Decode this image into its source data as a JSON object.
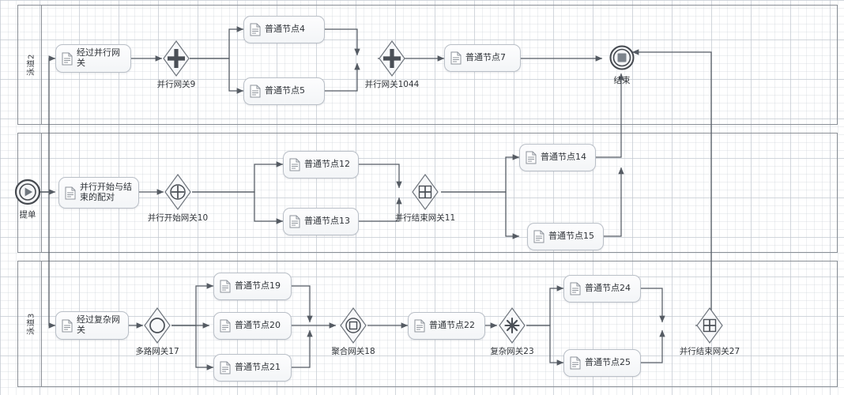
{
  "diagram": {
    "type": "bpmn-swimlane-flowchart",
    "background": "#ffffff",
    "grid_color": "#c8cdd4",
    "lane_border_color": "#8a8f96",
    "node_fill": "#f5f7f9",
    "node_border": "#b9bfc7",
    "connector_color": "#555b63",
    "text_color": "#2f3338"
  },
  "lanes": [
    {
      "id": "lane2",
      "label": "泳道2"
    },
    {
      "id": "lane1",
      "label": ""
    },
    {
      "id": "lane3",
      "label": "泳道3"
    }
  ],
  "events": {
    "start": {
      "label": "提单",
      "icon": "play-circle-icon"
    },
    "end": {
      "label": "结束",
      "icon": "end-event-icon"
    }
  },
  "tasks": {
    "t_pass_parallel": {
      "label": "经过并行网关",
      "icon": "document-icon"
    },
    "t_node4": {
      "label": "普通节点4",
      "icon": "document-icon"
    },
    "t_node5": {
      "label": "普通节点5",
      "icon": "document-icon"
    },
    "t_node7": {
      "label": "普通节点7",
      "icon": "document-icon"
    },
    "t_pair": {
      "label": "并行开始与结\n束的配对",
      "icon": "document-icon"
    },
    "t_node12": {
      "label": "普通节点12",
      "icon": "document-icon"
    },
    "t_node13": {
      "label": "普通节点13",
      "icon": "document-icon"
    },
    "t_node14": {
      "label": "普通节点14",
      "icon": "document-icon"
    },
    "t_node15": {
      "label": "普通节点15",
      "icon": "document-icon"
    },
    "t_pass_complex": {
      "label": "经过复杂网关",
      "icon": "document-icon"
    },
    "t_node19": {
      "label": "普通节点19",
      "icon": "document-icon"
    },
    "t_node20": {
      "label": "普通节点20",
      "icon": "document-icon"
    },
    "t_node21": {
      "label": "普通节点21",
      "icon": "document-icon"
    },
    "t_node22": {
      "label": "普通节点22",
      "icon": "document-icon"
    },
    "t_node24": {
      "label": "普通节点24",
      "icon": "document-icon"
    },
    "t_node25": {
      "label": "普通节点25",
      "icon": "document-icon"
    }
  },
  "gateways": {
    "g9": {
      "label": "并行网关9",
      "icon": "parallel-gateway-icon"
    },
    "g1044": {
      "label": "并行网关1044",
      "icon": "parallel-gateway-icon"
    },
    "g10": {
      "label": "并行开始网关10",
      "icon": "parallel-gateway-thin-icon"
    },
    "g11": {
      "label": "并行结束网关11",
      "icon": "parallel-gateway-thin-icon"
    },
    "g17": {
      "label": "多路网关17",
      "icon": "inclusive-gateway-icon"
    },
    "g18": {
      "label": "聚合网关18",
      "icon": "aggregate-gateway-icon"
    },
    "g23": {
      "label": "复杂网关23",
      "icon": "complex-gateway-icon"
    },
    "g27": {
      "label": "并行结束网关27",
      "icon": "parallel-gateway-thin-icon"
    }
  }
}
